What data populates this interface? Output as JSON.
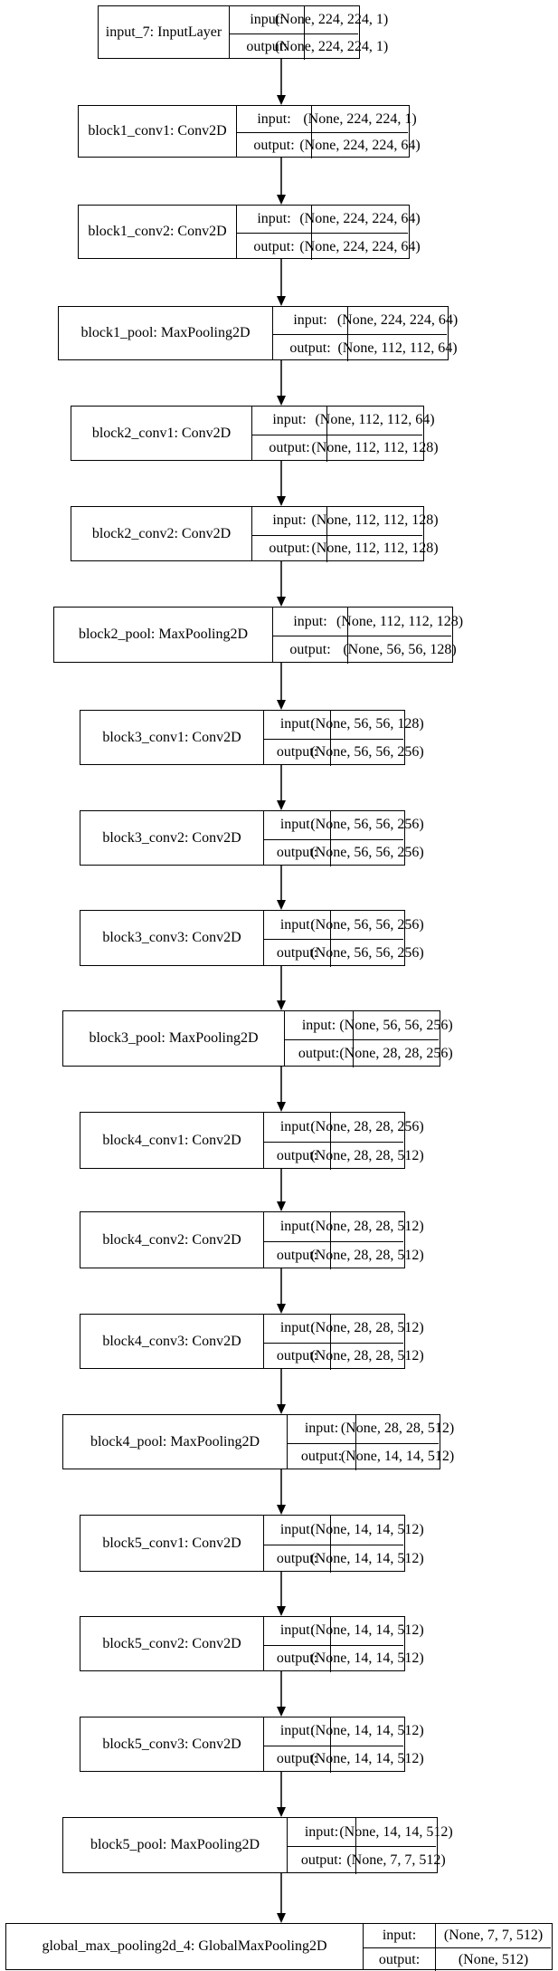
{
  "labels": {
    "input": "input:",
    "output": "output:"
  },
  "layers": [
    {
      "name": "input_7: InputLayer",
      "input": "(None, 224, 224, 1)",
      "output": "(None, 224, 224, 1)"
    },
    {
      "name": "block1_conv1: Conv2D",
      "input": "(None, 224, 224, 1)",
      "output": "(None, 224, 224, 64)"
    },
    {
      "name": "block1_conv2: Conv2D",
      "input": "(None, 224, 224, 64)",
      "output": "(None, 224, 224, 64)"
    },
    {
      "name": "block1_pool: MaxPooling2D",
      "input": "(None, 224, 224, 64)",
      "output": "(None, 112, 112, 64)"
    },
    {
      "name": "block2_conv1: Conv2D",
      "input": "(None, 112, 112, 64)",
      "output": "(None, 112, 112, 128)"
    },
    {
      "name": "block2_conv2: Conv2D",
      "input": "(None, 112, 112, 128)",
      "output": "(None, 112, 112, 128)"
    },
    {
      "name": "block2_pool: MaxPooling2D",
      "input": "(None, 112, 112, 128)",
      "output": "(None, 56, 56, 128)"
    },
    {
      "name": "block3_conv1: Conv2D",
      "input": "(None, 56, 56, 128)",
      "output": "(None, 56, 56, 256)"
    },
    {
      "name": "block3_conv2: Conv2D",
      "input": "(None, 56, 56, 256)",
      "output": "(None, 56, 56, 256)"
    },
    {
      "name": "block3_conv3: Conv2D",
      "input": "(None, 56, 56, 256)",
      "output": "(None, 56, 56, 256)"
    },
    {
      "name": "block3_pool: MaxPooling2D",
      "input": "(None, 56, 56, 256)",
      "output": "(None, 28, 28, 256)"
    },
    {
      "name": "block4_conv1: Conv2D",
      "input": "(None, 28, 28, 256)",
      "output": "(None, 28, 28, 512)"
    },
    {
      "name": "block4_conv2: Conv2D",
      "input": "(None, 28, 28, 512)",
      "output": "(None, 28, 28, 512)"
    },
    {
      "name": "block4_conv3: Conv2D",
      "input": "(None, 28, 28, 512)",
      "output": "(None, 28, 28, 512)"
    },
    {
      "name": "block4_pool: MaxPooling2D",
      "input": "(None, 28, 28, 512)",
      "output": "(None, 14, 14, 512)"
    },
    {
      "name": "block5_conv1: Conv2D",
      "input": "(None, 14, 14, 512)",
      "output": "(None, 14, 14, 512)"
    },
    {
      "name": "block5_conv2: Conv2D",
      "input": "(None, 14, 14, 512)",
      "output": "(None, 14, 14, 512)"
    },
    {
      "name": "block5_conv3: Conv2D",
      "input": "(None, 14, 14, 512)",
      "output": "(None, 14, 14, 512)"
    },
    {
      "name": "block5_pool: MaxPooling2D",
      "input": "(None, 14, 14, 512)",
      "output": "(None, 7, 7, 512)"
    },
    {
      "name": "global_max_pooling2d_4: GlobalMaxPooling2D",
      "input": "(None, 7, 7, 512)",
      "output": "(None, 512)"
    }
  ]
}
